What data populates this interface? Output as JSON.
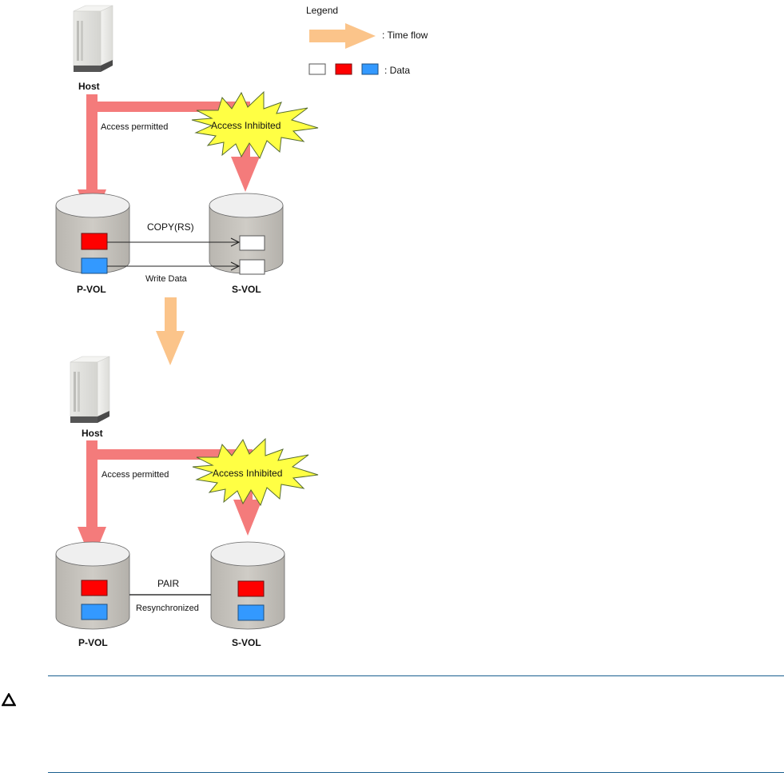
{
  "legend": {
    "title": "Legend",
    "time_flow_label": ": Time flow",
    "data_label": ": Data",
    "data_colors": [
      "#ffffff",
      "#ff0000",
      "#3399ff"
    ]
  },
  "colors": {
    "access_arrow": "#f47b7b",
    "time_flow_arrow": "#fbc48a",
    "burst_fill": "#ffff44",
    "disk_body": "#c8c5c0",
    "disk_top": "#efefef",
    "rule": "#1a5f8f"
  },
  "stage1": {
    "host_label": "Host",
    "access_permitted": "Access permitted",
    "access_inhibited": "Access Inhibited",
    "pvol_label": "P-VOL",
    "svol_label": "S-VOL",
    "top_link_label": "COPY(RS)",
    "bottom_link_label": "Write Data",
    "pvol_data": [
      "red",
      "blue"
    ],
    "svol_data": [
      "white",
      "white"
    ]
  },
  "stage2": {
    "host_label": "Host",
    "access_permitted": "Access permitted",
    "access_inhibited": "Access Inhibited",
    "pvol_label": "P-VOL",
    "svol_label": "S-VOL",
    "top_link_label": "PAIR",
    "bottom_link_label": "Resynchronized",
    "pvol_data": [
      "red",
      "blue"
    ],
    "svol_data": [
      "red",
      "blue"
    ]
  },
  "note": {
    "icon": "caution-triangle-icon"
  }
}
